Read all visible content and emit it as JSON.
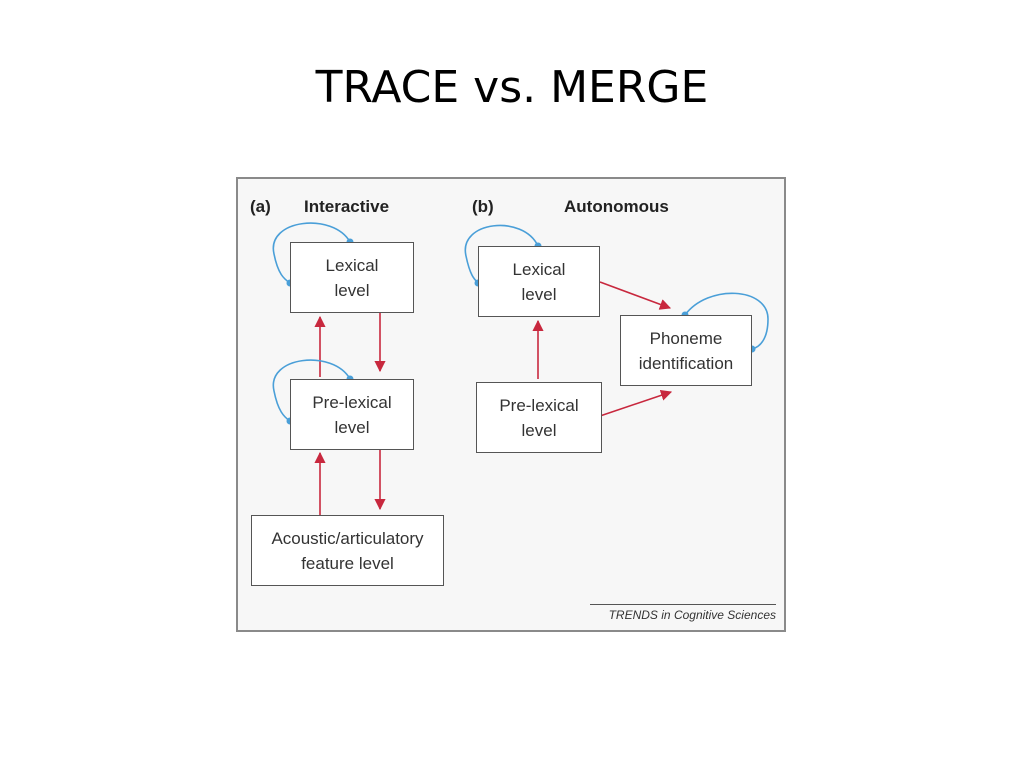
{
  "slide": {
    "title": "TRACE vs. MERGE"
  },
  "colors": {
    "feedback_loop": "#4a9fd8",
    "connection_arrow": "#c8283e",
    "box_border": "#555555"
  },
  "panels": [
    {
      "label": "(a)",
      "title": "Interactive",
      "boxes": [
        {
          "line1": "Lexical",
          "line2": "level"
        },
        {
          "line1": "Pre-lexical",
          "line2": "level"
        },
        {
          "line1": "Acoustic/articulatory",
          "line2": "feature level"
        }
      ]
    },
    {
      "label": "(b)",
      "title": "Autonomous",
      "boxes": [
        {
          "line1": "Lexical",
          "line2": "level"
        },
        {
          "line1": "Pre-lexical",
          "line2": "level"
        },
        {
          "line1": "Phoneme",
          "line2": "identification"
        }
      ]
    }
  ],
  "credit": "TRENDS in Cognitive Sciences"
}
